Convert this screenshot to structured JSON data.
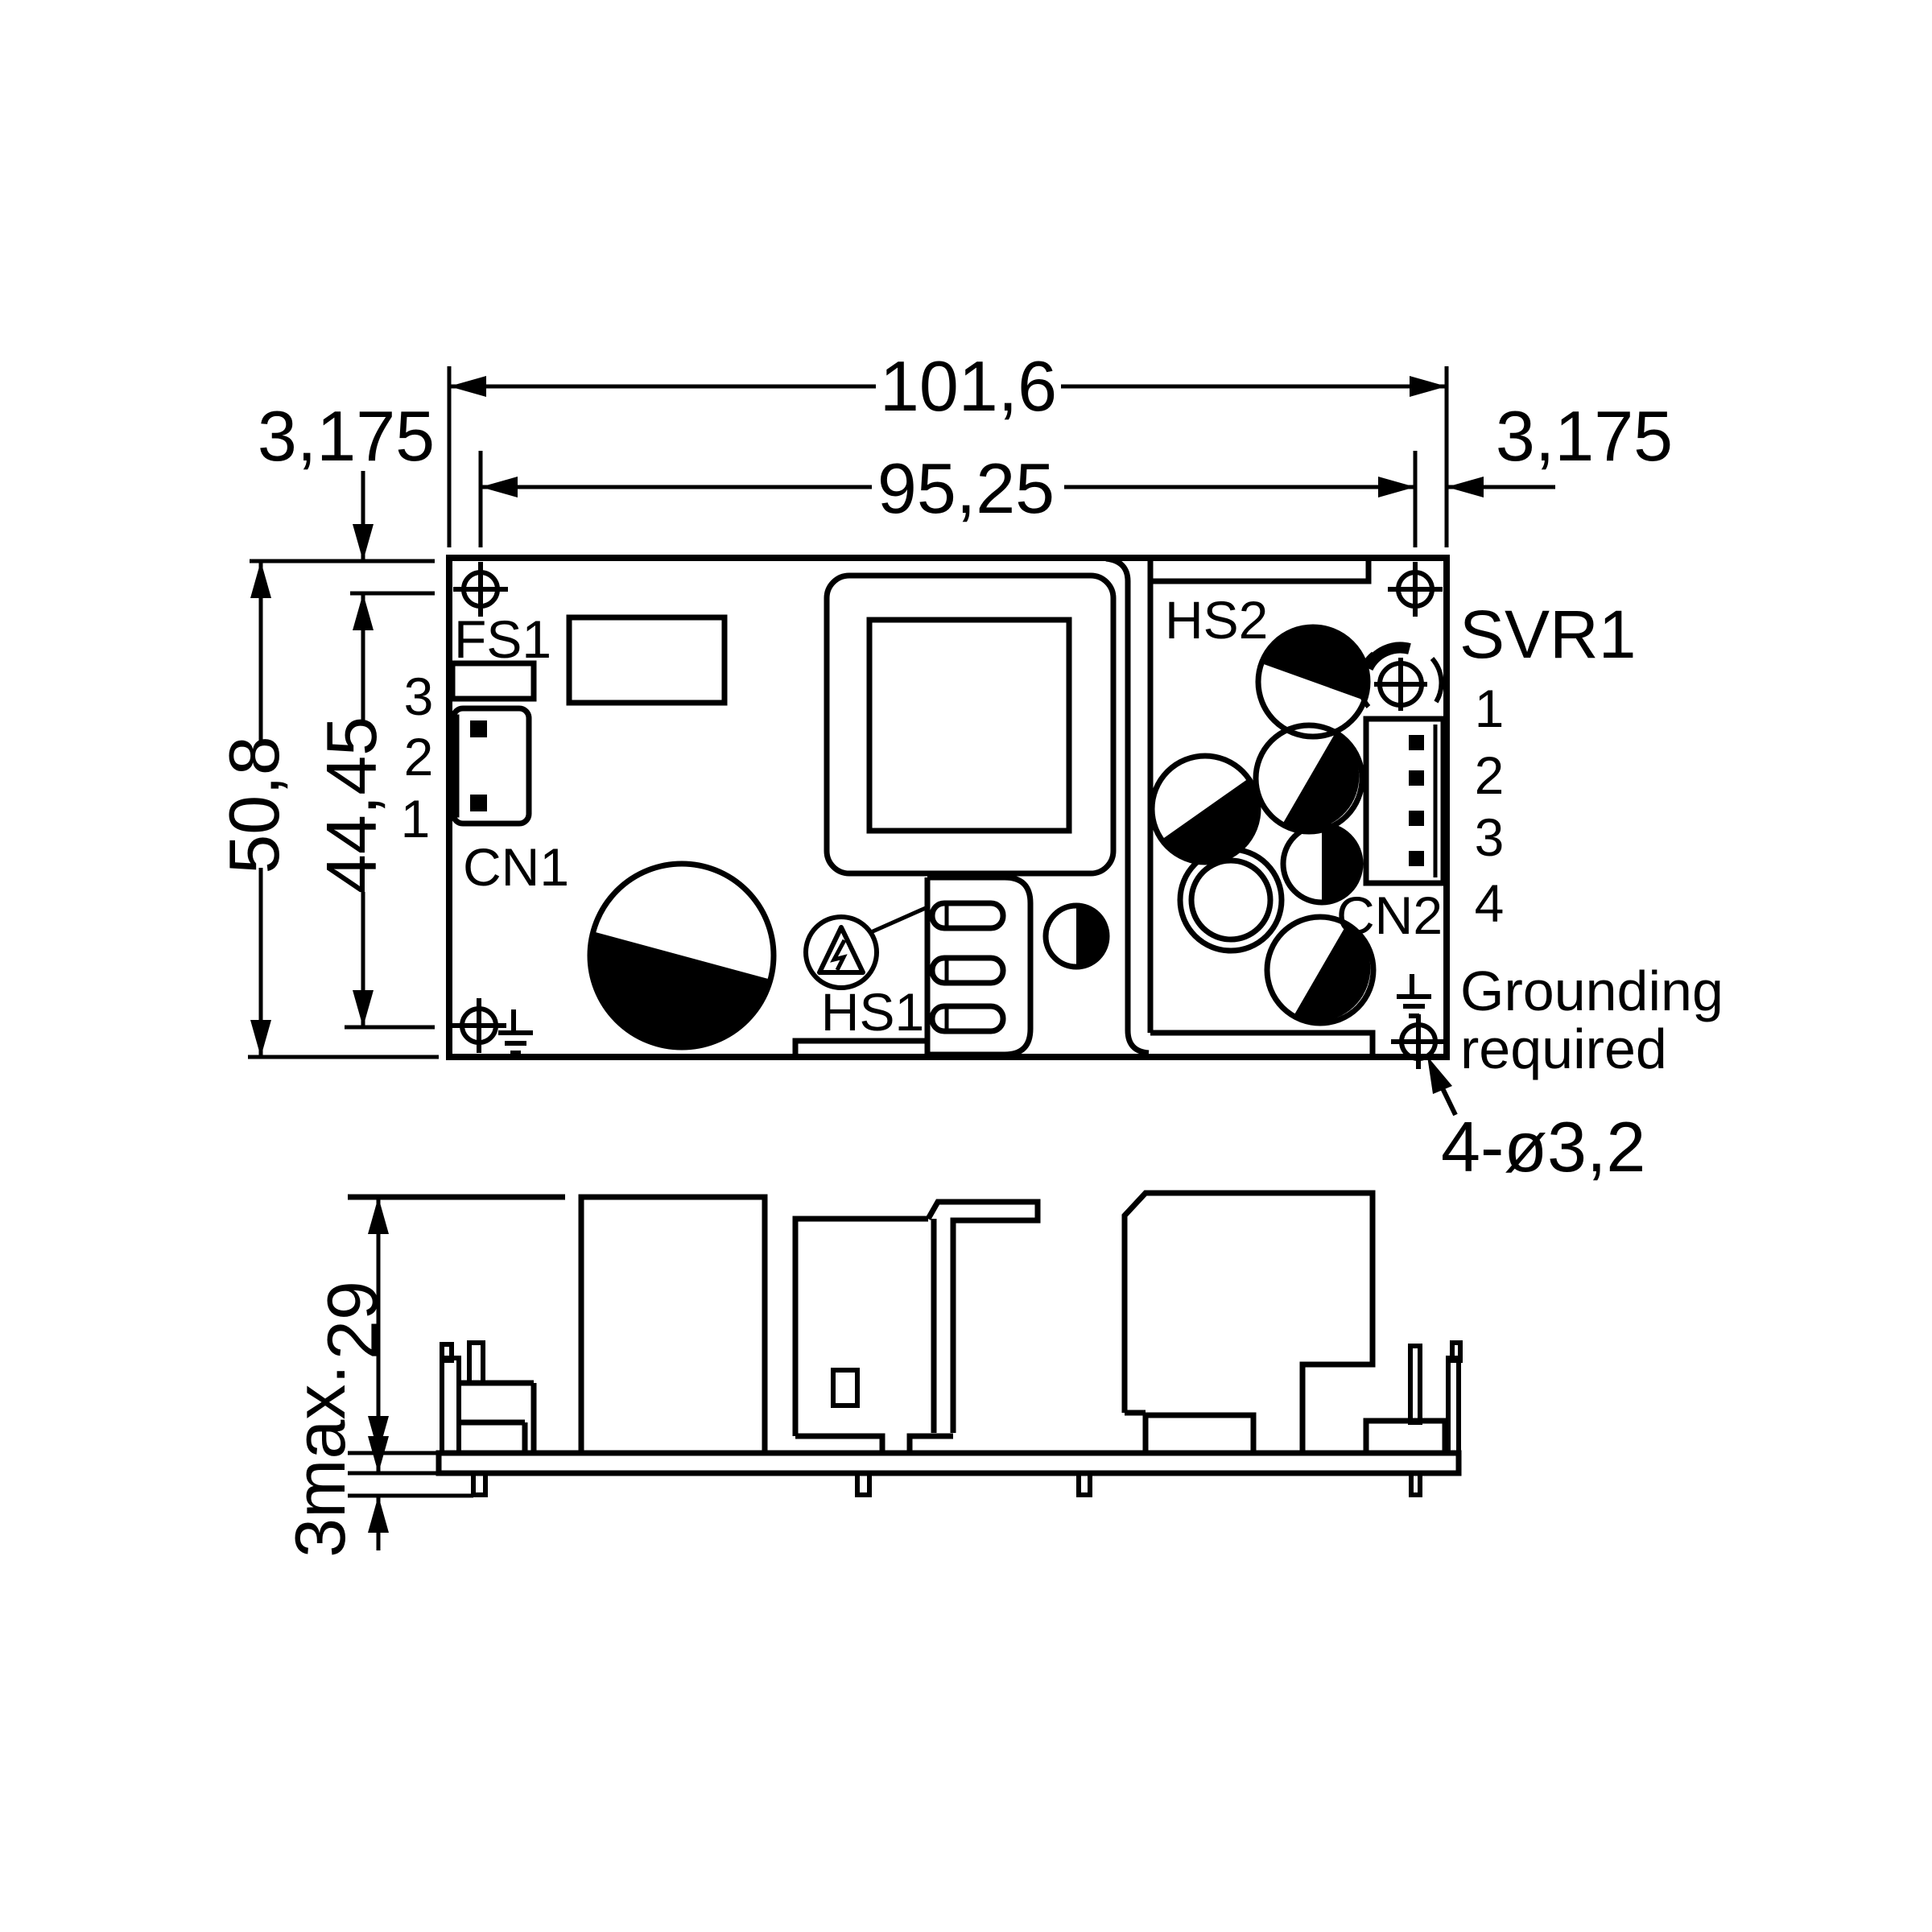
{
  "drawing": {
    "top_view": {
      "dim_overall_width": "101,6",
      "dim_hole_width": "95,25",
      "dim_margin_left": "3,175",
      "dim_margin_right": "3,175",
      "dim_overall_height": "50,8",
      "dim_hole_height": "44,45",
      "label_fuse": "FS1",
      "label_cn1": "CN1",
      "cn1_pins": [
        "3",
        "2",
        "1"
      ],
      "label_hs1": "HS1",
      "label_hs2": "HS2",
      "label_svr1": "SVR1",
      "label_cn2": "CN2",
      "cn2_pins": [
        "1",
        "2",
        "3",
        "4"
      ],
      "note_grounding_1": "Grounding",
      "note_grounding_2": "required",
      "note_holes": "4-ø3,2"
    },
    "side_view": {
      "dim_height": "29",
      "dim_pin_max": "3max."
    }
  }
}
